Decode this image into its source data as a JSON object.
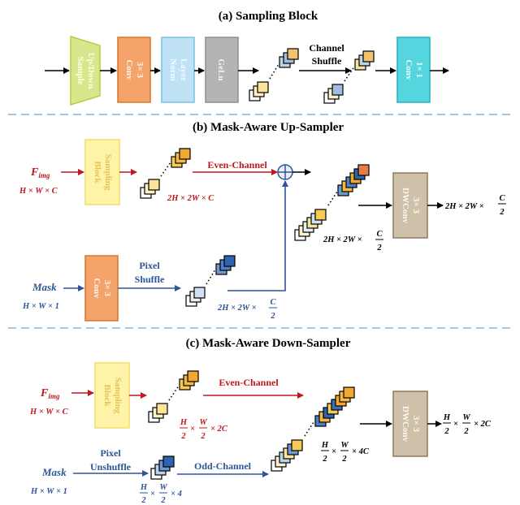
{
  "titles": {
    "a": "(a) Sampling Block",
    "b": "(b) Mask-Aware Up-Sampler",
    "c": "(c) Mask-Aware Down-Sampler"
  },
  "sampling_block": {
    "updown": [
      "Up/Down",
      "Sample"
    ],
    "conv": [
      "3× 3",
      "Conv"
    ],
    "layernorm": [
      "Layer",
      "Norm"
    ],
    "gelu": "GeLu",
    "channel_shuffle": [
      "Channel",
      "Shuffle"
    ],
    "conv1x1": [
      "1× 1",
      "Conv"
    ]
  },
  "up_sampler": {
    "f_img": "F",
    "f_img_sub": "img",
    "input_dim": "H × W × C",
    "sampling_block": [
      "Sampling",
      "Block"
    ],
    "out_dim": "2H × 2W × C",
    "even_channel": "Even-Channel",
    "mask": "Mask",
    "mask_dim": "H × W × 1",
    "conv": [
      "3× 3",
      "Conv"
    ],
    "pixel_shuffle": [
      "Pixel",
      "Shuffle"
    ],
    "mask_out_dim": "2H × 2W ×",
    "merged_dim": "2H × 2W ×",
    "dwconv": [
      "3× 3",
      "DWConv"
    ],
    "final_dim": "2H × 2W ×",
    "frac_num": "C",
    "frac_den": "2"
  },
  "down_sampler": {
    "f_img": "F",
    "f_img_sub": "img",
    "input_dim": "H × W × C",
    "sampling_block": [
      "Sampling",
      "Block"
    ],
    "even_channel": "Even-Channel",
    "out_dim_tail": "× 2C",
    "mask": "Mask",
    "mask_dim": "H × W × 1",
    "pixel_unshuffle": [
      "Pixel",
      "Unshuffle"
    ],
    "odd_channel": "Odd-Channel",
    "mask_out_tail": "× 4",
    "merged_tail": "× 4C",
    "dwconv": [
      "3× 3",
      "DWConv"
    ],
    "final_tail": "× 2C",
    "frac_h": "H",
    "frac_w": "W",
    "frac_den": "2",
    "times": "×"
  }
}
